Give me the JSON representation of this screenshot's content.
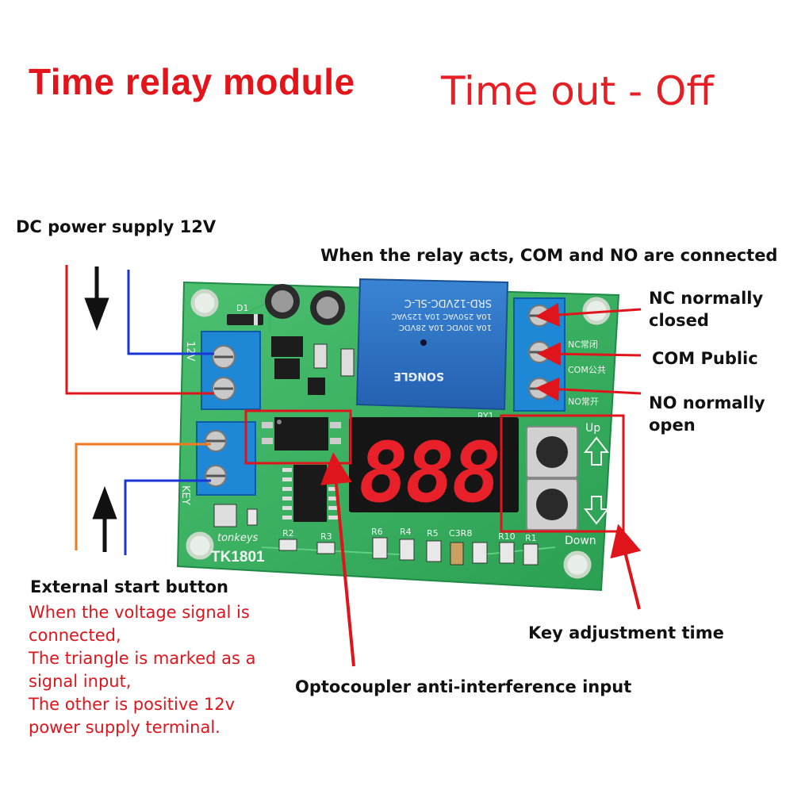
{
  "title": "Time relay module",
  "subtitle": "Time out - Off",
  "labels": {
    "dc_power": "DC power supply 12V",
    "relay_acts": "When the relay acts, COM and NO are connected",
    "nc_line1": "NC normally",
    "nc_line2": "closed",
    "com": "COM Public",
    "no_line1": "NO normally",
    "no_line2": "open",
    "external_start": "External start button",
    "key_adjust": "Key adjustment time",
    "optocoupler": "Optocoupler anti-interference input"
  },
  "note_lines": [
    "When the voltage signal is",
    "connected,",
    "The triangle is marked as a",
    "signal input,",
    "The other is positive 12v",
    "power supply terminal."
  ],
  "board": {
    "relay_text_1": "SRD-12VDC-SL-C",
    "relay_text_2": "10A 250VAC  10A 125VAC",
    "relay_text_3": "10A 30VDC  10A 28VDC",
    "relay_brand": "SONGLE",
    "display_digits": "888",
    "model": "TK1801",
    "brand": "tonkeys",
    "key_up": "Up",
    "key_down": "Down",
    "terminal_nc": "NC常闭",
    "terminal_com": "COM公共",
    "terminal_no": "NO常开",
    "v12": "12V",
    "key": "KEY",
    "ry1": "RY1",
    "d1": "D1",
    "r_labels": [
      "R6",
      "R4",
      "R5",
      "C3R8",
      "R10",
      "R1",
      "R2",
      "R3"
    ]
  },
  "colors": {
    "title_red": "#e4141b",
    "pcb_green": "#2fae58",
    "terminal_blue": "#1e88d6",
    "relay_blue": "#2a6fc0",
    "wire_red": "#e0141b",
    "wire_blue": "#1a36d8",
    "wire_orange": "#f07a20",
    "display_red": "#e8202a"
  }
}
